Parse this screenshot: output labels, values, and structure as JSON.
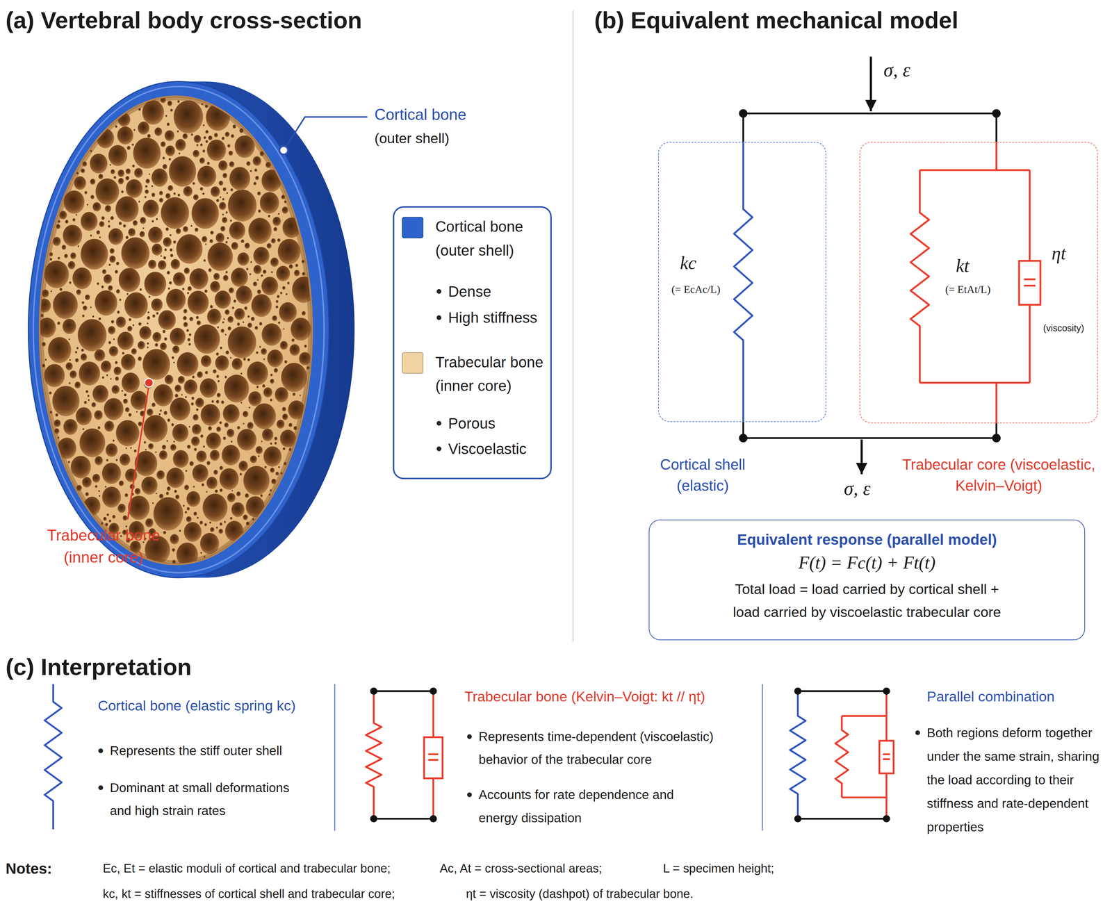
{
  "diagram": {
    "nodes": [
      {
        "text": [
          "kc",
          "(= EcAc/L)",
          "Cortical shell (elastic)"
        ]
      },
      {
        "text": [
          "kt",
          "(= EtAt/L)",
          "ηt",
          "(viscosity)",
          "Trabecular core (viscoelastic, Kelvin–Voigt)"
        ]
      },
      {
        "text": [
          "Equivalent response (parallel model)",
          "F(t) = Fc(t) + Ft(t)",
          "Total load = load carried by cortical shell + load carried by viscoelastic trabecular core"
        ]
      }
    ],
    "edges": [
      {
        "from": 0,
        "to": 1,
        "arrow": "none"
      },
      {
        "from": 0,
        "to": 1,
        "arrow": "none"
      }
    ],
    "labels": [
      "(a) Vertebral body cross-section",
      "Cortical bone",
      "(outer shell)",
      "Dense",
      "High stiffness",
      "Porous",
      "Viscoelastic",
      "Trabecular bone (inner core)",
      "(b) Equivalent mechanical model",
      "σ, ε",
      "σ, ε",
      "(c) Interpretation",
      "Cortical bone (elastic spring kc)",
      "Represents the stiff outer shell",
      "Dominant at small deformations and high strain rates",
      "Trabecular bone (Kelvin–Voigt: kt // ηt)",
      "Represents time-dependent (viscoelastic) behavior of the trabecular core",
      "Accounts for rate dependence and energy dissipation",
      "Parallel combination",
      "Both regions deform together under the same strain, sharing the load according to their stiffness and rate-dependent properties",
      "Notes:",
      "Ec, Et = elastic moduli of cortical and trabecular bone;",
      "Ac, At = cross-sectional areas;",
      "L = specimen height;",
      "kc, kt = stiffnesses of cortical shell and trabecular core;",
      "ηt = viscosity (dashpot) of trabecular bone."
    ],
    "legend": [
      {
        "text": "Cortical bone (outer shell)",
        "color": "#2f63cc"
      },
      {
        "text": "Trabecular bone (inner core)",
        "color": "#f2d3a4"
      }
    ]
  }
}
